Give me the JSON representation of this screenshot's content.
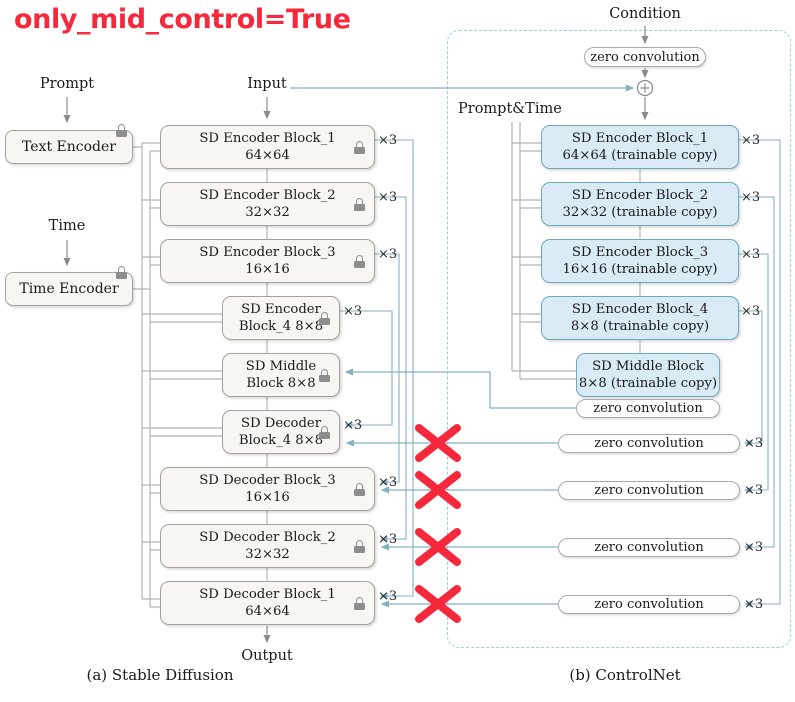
{
  "title": "only_mid_control=True",
  "labels": {
    "prompt": "Prompt",
    "time": "Time",
    "input": "Input",
    "output": "Output",
    "condition": "Condition",
    "prompt_time": "Prompt&Time"
  },
  "encoders": {
    "text": "Text Encoder",
    "time": "Time Encoder"
  },
  "sd": {
    "caption": "(a) Stable Diffusion",
    "blocks": [
      {
        "line1": "SD Encoder Block_1",
        "line2": "64×64",
        "mult": "×3"
      },
      {
        "line1": "SD Encoder Block_2",
        "line2": "32×32",
        "mult": "×3"
      },
      {
        "line1": "SD Encoder Block_3",
        "line2": "16×16",
        "mult": "×3"
      },
      {
        "line1": "SD Encoder",
        "line2": "Block_4 8×8",
        "mult": "×3"
      },
      {
        "line1": "SD Middle",
        "line2": "Block 8×8",
        "mult": ""
      },
      {
        "line1": "SD Decoder",
        "line2": "Block_4 8×8",
        "mult": "×3"
      },
      {
        "line1": "SD Decoder Block_3",
        "line2": "16×16",
        "mult": "×3"
      },
      {
        "line1": "SD Decoder Block_2",
        "line2": "32×32",
        "mult": "×3"
      },
      {
        "line1": "SD Decoder Block_1",
        "line2": "64×64",
        "mult": "×3"
      }
    ]
  },
  "controlnet": {
    "caption": "(b) ControlNet",
    "zero_conv_top": "zero convolution",
    "zero_conv_mid": "zero convolution",
    "blocks": [
      {
        "line1": "SD Encoder Block_1",
        "line2": "64×64 (trainable copy)",
        "mult": "×3"
      },
      {
        "line1": "SD Encoder Block_2",
        "line2": "32×32 (trainable copy)",
        "mult": "×3"
      },
      {
        "line1": "SD Encoder Block_3",
        "line2": "16×16 (trainable copy)",
        "mult": "×3"
      },
      {
        "line1": "SD Encoder Block_4",
        "line2": "8×8 (trainable copy)",
        "mult": "×3"
      },
      {
        "line1": "SD Middle Block",
        "line2": "8×8 (trainable copy)",
        "mult": ""
      }
    ],
    "zero_convs": [
      {
        "label": "zero convolution",
        "mult": "×3"
      },
      {
        "label": "zero convolution",
        "mult": "×3"
      },
      {
        "label": "zero convolution",
        "mult": "×3"
      },
      {
        "label": "zero convolution",
        "mult": "×3"
      }
    ]
  },
  "colors": {
    "accent_red": "#f5283c",
    "line_teal": "#84b1c1",
    "line_gray": "#b4b4b4",
    "blue_fill": "#d9ebf5",
    "blue_border": "#6da7c0"
  }
}
